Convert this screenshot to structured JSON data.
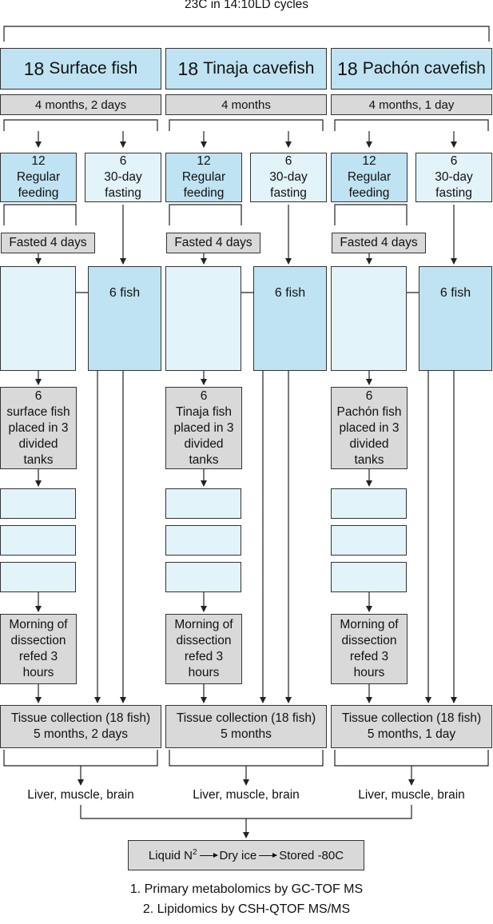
{
  "header": "23C in 14:10LD cycles",
  "columns": [
    {
      "species_count": "18",
      "species_name": "Surface fish",
      "start_age": "4 months, 2 days",
      "regular": {
        "count": "12",
        "line1": "Regular",
        "line2": "feeding"
      },
      "fasting": {
        "count": "6",
        "line1": "30-day",
        "line2": "fasting"
      },
      "fasted_label": "Fasted 4 days",
      "six_fish_label": "6 fish",
      "placed": [
        "6",
        "surface fish",
        "placed in 3",
        "divided",
        "tanks"
      ],
      "morning": [
        "Morning of",
        "dissection",
        "refed 3",
        "hours"
      ],
      "tissue_line1": "Tissue collection (18 fish)",
      "tissue_line2": "5 months, 2 days",
      "tissues": "Liver, muscle, brain",
      "fish_color": "#8e9290"
    },
    {
      "species_count": "18",
      "species_name": "Tinaja cavefish",
      "start_age": "4 months",
      "regular": {
        "count": "12",
        "line1": "Regular",
        "line2": "feeding"
      },
      "fasting": {
        "count": "6",
        "line1": "30-day",
        "line2": "fasting"
      },
      "fasted_label": "Fasted 4 days",
      "six_fish_label": "6 fish",
      "placed": [
        "6",
        "Tinaja fish",
        "placed in 3",
        "divided",
        "tanks"
      ],
      "morning": [
        "Morning of",
        "dissection",
        "refed 3",
        "hours"
      ],
      "tissue_line1": "Tissue collection (18 fish)",
      "tissue_line2": "5 months",
      "tissues": "Liver, muscle, brain",
      "fish_color": "#f2c62f"
    },
    {
      "species_count": "18",
      "species_name": "Pachón cavefish",
      "start_age": "4 months, 1 day",
      "regular": {
        "count": "12",
        "line1": "Regular",
        "line2": "feeding"
      },
      "fasting": {
        "count": "6",
        "line1": "30-day",
        "line2": "fasting"
      },
      "fasted_label": "Fasted 4 days",
      "six_fish_label": "6 fish",
      "placed": [
        "6",
        "Pachón fish",
        "placed in 3",
        "divided",
        "tanks"
      ],
      "morning": [
        "Morning of",
        "dissection",
        "refed 3",
        "hours"
      ],
      "tissue_line1": "Tissue collection (18 fish)",
      "tissue_line2": "5 months, 1 day",
      "tissues": "Liver, muscle, brain",
      "fish_color": "#e0457a"
    }
  ],
  "freeze": {
    "liquid": "Liquid N",
    "sup": "2",
    "dry_ice": "Dry ice",
    "stored": "Stored -80C"
  },
  "analyses": [
    "1. Primary metabolomics by GC-TOF MS",
    "2. Lipidomics by CSH-QTOF MS/MS"
  ],
  "colors": {
    "light_blue": "#bfe3f2",
    "pale_blue": "#e3f3fa",
    "gray_box": "#d9d9d9",
    "line": "#333333"
  }
}
